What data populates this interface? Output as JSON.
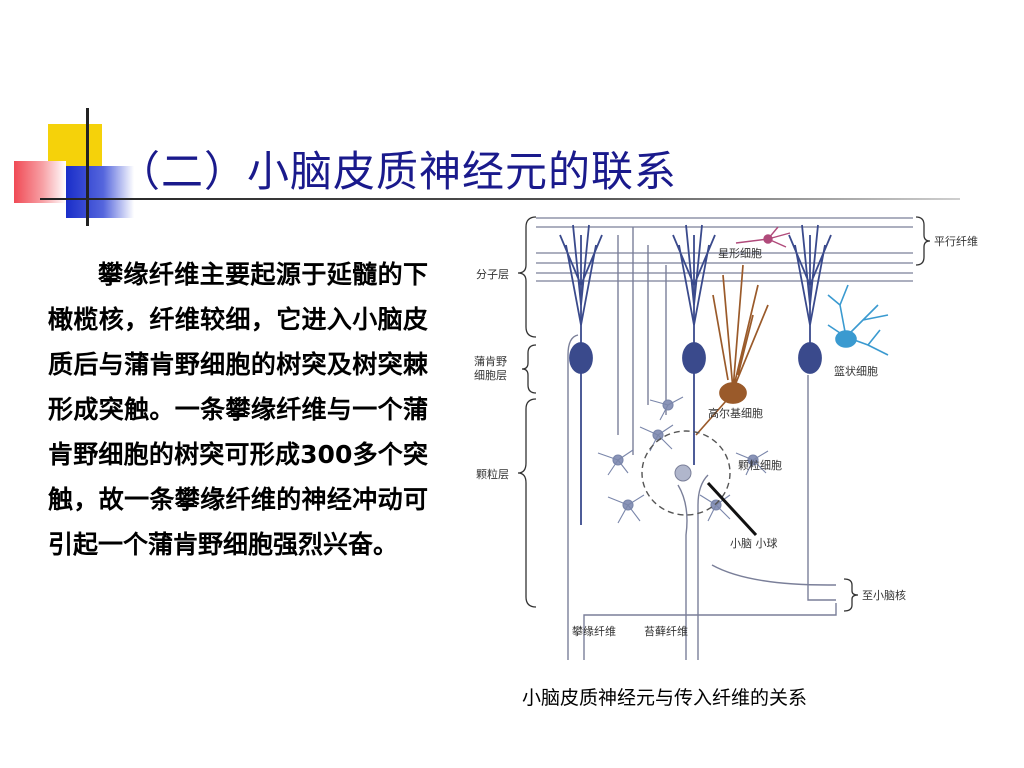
{
  "slide": {
    "title": "（二）小脑皮质神经元的联系",
    "body": "攀缘纤维主要起源于延髓的下橄榄核，纤维较细，它进入小脑皮质后与蒲肯野细胞的树突及树突棘形成突触。一条攀缘纤维与一个蒲肯野细胞的树突可形成300多个突触，故一条攀缘纤维的神经冲动可引起一个蒲肯野细胞强烈兴奋。",
    "caption": "小脑皮质神经元与传入纤维的关系"
  },
  "figure": {
    "labels": {
      "molecular_layer": "分子层",
      "purkinje_layer_1": "蒲肯野",
      "purkinje_layer_2": "细胞层",
      "granular_layer": "颗粒层",
      "parallel_fiber": "平行纤维",
      "stellate_cell": "星形细胞",
      "basket_cell": "篮状细胞",
      "golgi_cell": "高尔基细胞",
      "granule_cell": "颗粒细胞",
      "glomerulus": "小脑 小球",
      "to_cerebellar_nuclei": "至小脑核",
      "climbing_fiber": "攀缘纤维",
      "mossy_fiber": "苔藓纤维"
    },
    "colors": {
      "neuron": "#3a4a8c",
      "golgi": "#9a5a2a",
      "basket": "#3a9ad0",
      "stellate": "#b04a7a",
      "lines": "#7a7f99"
    }
  }
}
